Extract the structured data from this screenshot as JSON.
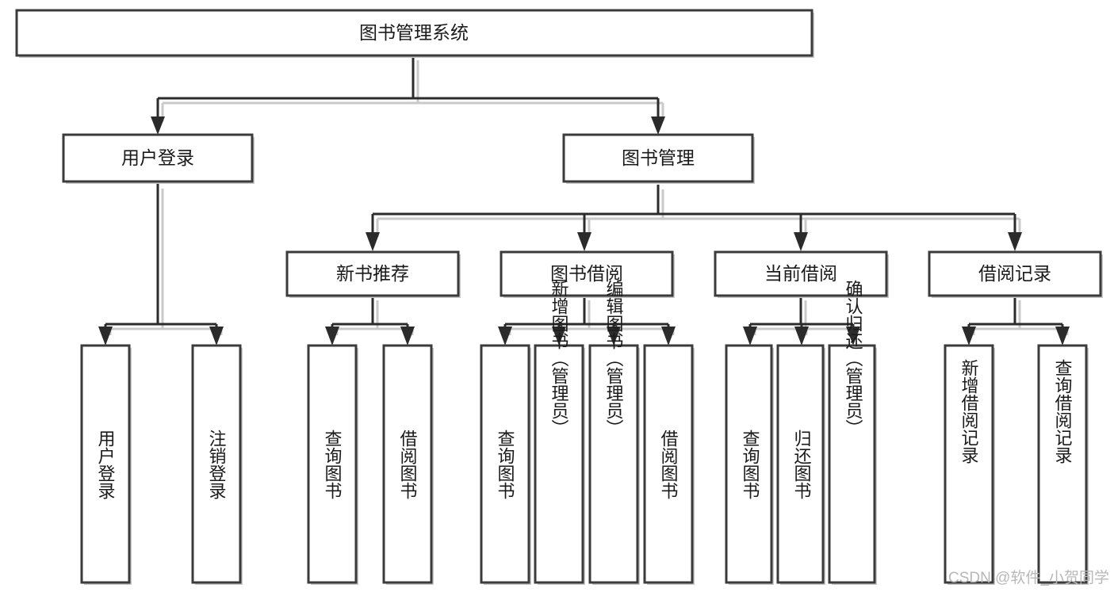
{
  "diagram": {
    "type": "tree-hierarchy-flowchart",
    "title": "图书管理系统",
    "levels": [
      {
        "level": 1,
        "nodes": [
          {
            "id": "root",
            "label": "图书管理系统",
            "orientation": "horizontal"
          }
        ]
      },
      {
        "level": 2,
        "nodes": [
          {
            "id": "user-login",
            "label": "用户登录",
            "orientation": "horizontal",
            "parent": "root"
          },
          {
            "id": "book-manage",
            "label": "图书管理",
            "orientation": "horizontal",
            "parent": "root"
          }
        ]
      },
      {
        "level": 3,
        "nodes": [
          {
            "id": "new-book-recommend",
            "label": "新书推荐",
            "orientation": "horizontal",
            "parent": "book-manage"
          },
          {
            "id": "book-borrow",
            "label": "图书借阅",
            "orientation": "horizontal",
            "parent": "book-manage"
          },
          {
            "id": "current-borrow",
            "label": "当前借阅",
            "orientation": "horizontal",
            "parent": "book-manage"
          },
          {
            "id": "borrow-record",
            "label": "借阅记录",
            "orientation": "horizontal",
            "parent": "book-manage"
          }
        ]
      },
      {
        "level": 4,
        "nodes": [
          {
            "id": "leaf-user-login",
            "label": "用户登录",
            "orientation": "vertical",
            "parent": "user-login"
          },
          {
            "id": "leaf-logout-login",
            "label": "注销登录",
            "orientation": "vertical",
            "parent": "user-login"
          },
          {
            "id": "leaf-query-book-1",
            "label": "查询图书",
            "orientation": "vertical",
            "parent": "new-book-recommend"
          },
          {
            "id": "leaf-borrow-book-1",
            "label": "借阅图书",
            "orientation": "vertical",
            "parent": "new-book-recommend"
          },
          {
            "id": "leaf-query-book-2",
            "label": "查询图书",
            "orientation": "vertical",
            "parent": "book-borrow"
          },
          {
            "id": "leaf-add-book",
            "label": "新增图书（管理员）",
            "orientation": "vertical",
            "parent": "book-borrow"
          },
          {
            "id": "leaf-edit-book",
            "label": "编辑图书（管理员）",
            "orientation": "vertical",
            "parent": "book-borrow"
          },
          {
            "id": "leaf-borrow-book-2",
            "label": "借阅图书",
            "orientation": "vertical",
            "parent": "book-borrow"
          },
          {
            "id": "leaf-query-book-3",
            "label": "查询图书",
            "orientation": "vertical",
            "parent": "current-borrow"
          },
          {
            "id": "leaf-return-book",
            "label": "归还图书",
            "orientation": "vertical",
            "parent": "current-borrow"
          },
          {
            "id": "leaf-confirm-return",
            "label": "确认归还（管理员）",
            "orientation": "vertical",
            "parent": "current-borrow"
          },
          {
            "id": "leaf-add-record",
            "label": "新增借阅记录",
            "orientation": "vertical",
            "parent": "borrow-record"
          },
          {
            "id": "leaf-query-record",
            "label": "查询借阅记录",
            "orientation": "vertical",
            "parent": "borrow-record"
          }
        ]
      }
    ]
  },
  "watermark": {
    "text": "CSDN @软件_小贺同学"
  },
  "colors": {
    "box_stroke": "#3b3b3b",
    "box_fill": "#ffffff",
    "connector": "#2b2b2b",
    "shadow": "#c9c9c9",
    "text": "#1a1a1a",
    "watermark": "#b8b8b8",
    "background": "#ffffff"
  }
}
